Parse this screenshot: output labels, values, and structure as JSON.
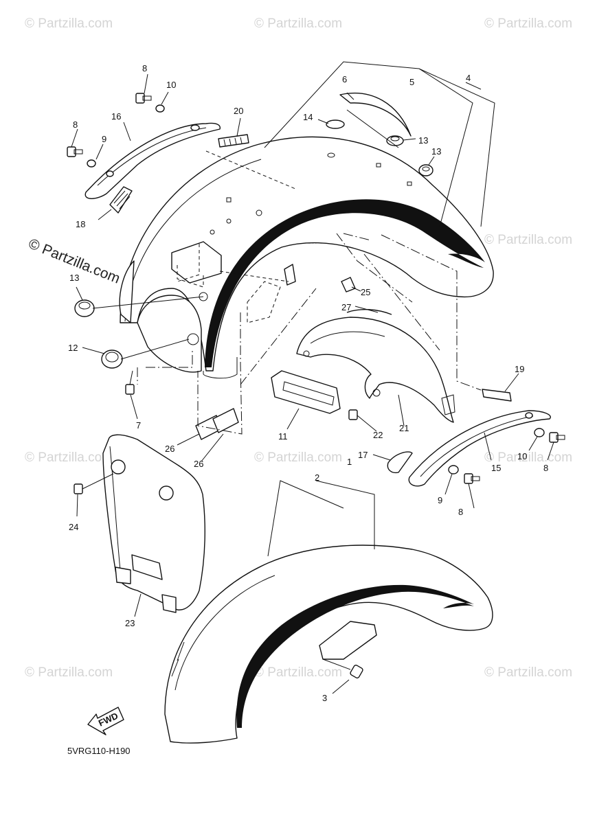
{
  "watermark": "© Partzilla.com",
  "brand_watermark": "© Partzilla.com",
  "diagram_code": "5VRG110-H190",
  "fwd_label": "FWD",
  "callouts": {
    "c1": "1",
    "c2": "2",
    "c3": "3",
    "c4": "4",
    "c5": "5",
    "c6": "6",
    "c7": "7",
    "c8a": "8",
    "c8b": "8",
    "c8c": "8",
    "c8d": "8",
    "c9a": "9",
    "c9b": "9",
    "c10a": "10",
    "c10b": "10",
    "c11": "11",
    "c12": "12",
    "c13a": "13",
    "c13b": "13",
    "c13c": "13",
    "c14": "14",
    "c15": "15",
    "c16": "16",
    "c17": "17",
    "c18": "18",
    "c19": "19",
    "c20": "20",
    "c21": "21",
    "c22": "22",
    "c23": "23",
    "c24": "24",
    "c25": "25",
    "c26a": "26",
    "c26b": "26",
    "c27": "27"
  }
}
